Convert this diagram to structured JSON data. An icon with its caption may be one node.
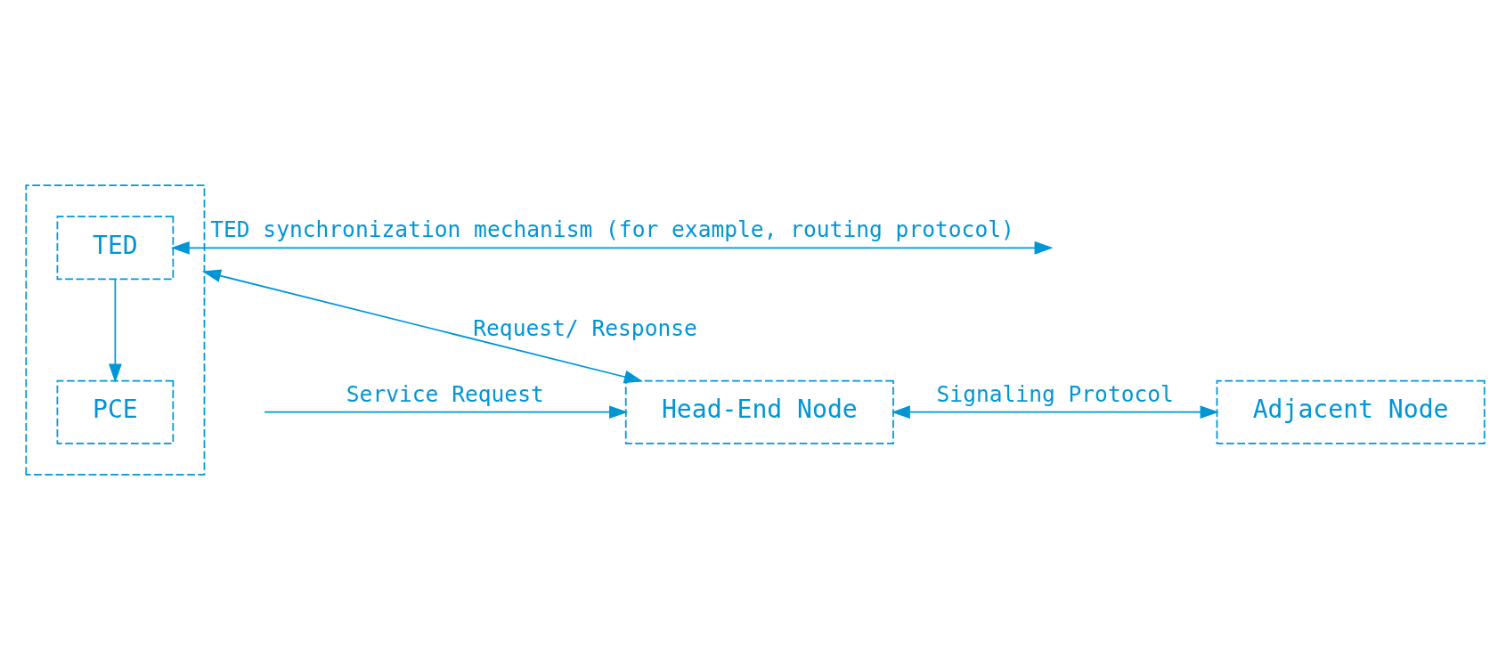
{
  "diagram": {
    "nodes": [
      {
        "text": [],
        "shape": "box"
      },
      {
        "text": [
          "TED"
        ],
        "in": 0
      },
      {
        "text": [
          "PCE"
        ],
        "in": 0
      },
      {
        "text": [
          "Head-End Node"
        ]
      },
      {
        "text": [
          "Adjacent Node"
        ]
      }
    ],
    "edges": [
      {
        "from": 1,
        "to": 2,
        "arrow": "to"
      },
      {
        "from": 1,
        "to": null,
        "arrow": "both",
        "label": "TED synchronization mechanism (for example, routing protocol)"
      },
      {
        "from": 0,
        "to": 3,
        "arrow": "both",
        "label": "Request/ Response"
      },
      {
        "from": null,
        "to": 3,
        "arrow": "to",
        "label": "Service Request"
      },
      {
        "from": 3,
        "to": 4,
        "arrow": "both",
        "label": "Signaling Protocol"
      }
    ]
  }
}
